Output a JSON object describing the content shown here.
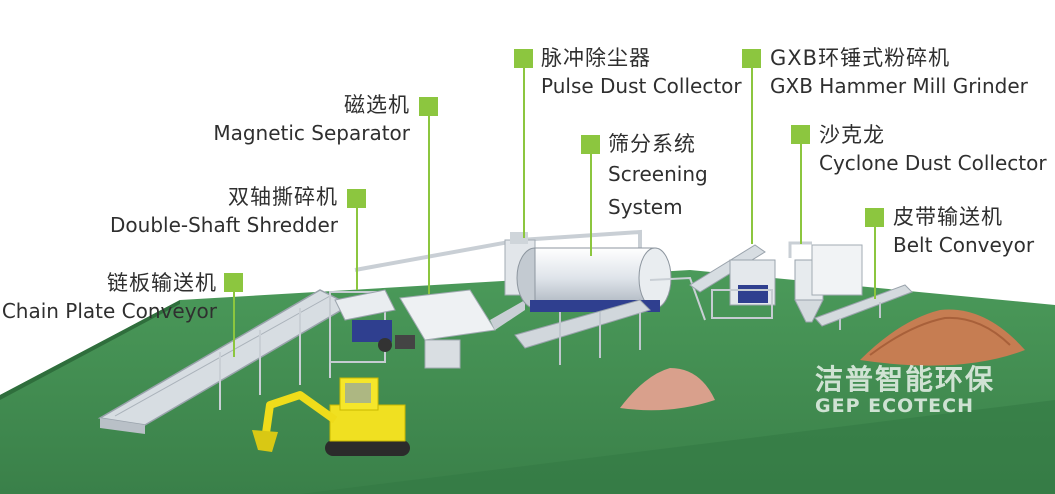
{
  "labels": {
    "chain": {
      "zh": "链板输送机",
      "en": "Chain Plate Conveyor"
    },
    "shredder": {
      "zh": "双轴撕碎机",
      "en": "Double-Shaft Shredder"
    },
    "magnetic": {
      "zh": "磁选机",
      "en": "Magnetic Separator"
    },
    "pulse": {
      "zh": "脉冲除尘器",
      "en": "Pulse Dust Collector"
    },
    "screening": {
      "zh": "筛分系统",
      "en1": "Screening",
      "en2": "System"
    },
    "hammer": {
      "zh": "GXB环锤式粉碎机",
      "en": "GXB Hammer Mill Grinder"
    },
    "cyclone": {
      "zh": "沙克龙",
      "en": "Cyclone Dust Collector"
    },
    "belt": {
      "zh": "皮带输送机",
      "en": "Belt Conveyor"
    }
  },
  "watermark": {
    "zh": "洁普智能环保",
    "en": "GEP ECOTECH"
  },
  "colors": {
    "accent": "#8cc63f",
    "ground": "#3e8a4e",
    "text": "#2f2f2f"
  }
}
